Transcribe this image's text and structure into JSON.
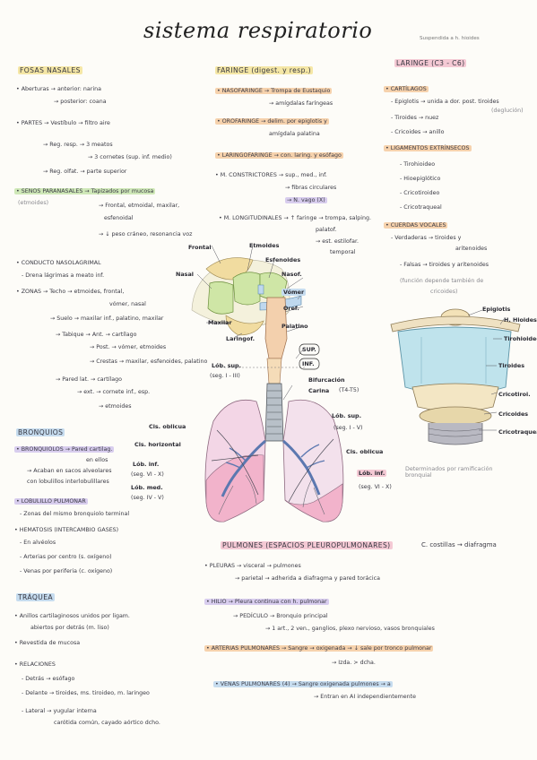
{
  "title": "sistema respiratorio",
  "fosas": {
    "heading": "FOSAS NASALES",
    "lines": [
      "• Aberturas → anterior: narina",
      "→ posterior: coana",
      "• PARTES → Vestíbulo → filtro aire",
      "→ Reg. resp. → 3 meatos",
      "→ 3 cornetes (sup. inf. medio)",
      "→ Reg. olfat. → parte superior",
      "• SENOS PARANASALES → Tapizados por mucosa",
      "(etmoides)",
      "→ Frontal, etmoidal, maxilar,",
      "esfenoidal",
      "→ ↓ peso cráneo, resonancia voz",
      "• CONDUCTO NASOLAGRIMAL",
      "- Drena lágrimas a meato inf.",
      "• ZONAS → Techo → etmoides, frontal,",
      "vómer, nasal",
      "→ Suelo → maxilar inf., palatino, maxilar",
      "→ Tabique → Ant. → cartílago",
      "→ Post. → vómer, etmoides",
      "→ Crestas → maxilar, esfenoides, palatino",
      "→ Pared lat. → cartílago",
      "→ ext. → cornete inf., esp.",
      "→ etmoides"
    ]
  },
  "faringe": {
    "heading": "FARINGE (digest. y resp.)",
    "lines": [
      "• NASOFARINGE → Trompa de Eustaquio",
      "→ amígdalas faríngeas",
      "• OROFARINGE → delim. por epiglotis y",
      "amígdala palatina",
      "• LARINGOFARINGE → con. laring. y esófago",
      "• M. CONSTRICTORES → sup., med., inf.",
      "→ fibras circulares",
      "→ N. vago (X)",
      "• M. LONGITUDINALES → ↑ faringe → trompa, salping.",
      "palatof.",
      "→ est. estilofar.",
      "temporal"
    ]
  },
  "laringe": {
    "heading": "LARINGE (C3 - C6)",
    "note": "Suspendida a h. hioides",
    "lines": [
      "• CARTÍLAGOS",
      "- Epiglotis → unida a dor. post. tiroides",
      "(deglución)",
      "- Tiroides → nuez",
      "- Cricoides → anillo",
      "• LIGAMENTOS EXTRÍNSECOS",
      "- Tirohioideo",
      "- Hioepiglótico",
      "- Cricotiroideo",
      "- Cricotraqueal",
      "• CUERDAS VOCALES",
      "- Verdaderas → tiroides y",
      "aritenoides",
      "- Falsas → tiroides y aritenoides",
      "(función depende también de",
      "cricoides)"
    ],
    "labels": [
      "Epiglotis",
      "H. Hioides",
      "Tirohioideo",
      "Tiroides",
      "Cricotiroi.",
      "Cricoides",
      "Cricotraqueal"
    ]
  },
  "head_labels": [
    "Frontal",
    "Etmoides",
    "Esfenoides",
    "Nasal",
    "Nasof.",
    "Vómer",
    "Oref.",
    "Maxilar",
    "Palatino",
    "Laringof."
  ],
  "lung_labels": {
    "sup": "SUP.",
    "inf": "INF.",
    "bifurcacion": "Bifurcación",
    "carina": "Carina",
    "carina_vert": "(T4-T5)",
    "lob_sup_left": "Lób. sup.",
    "lob_sup_left_seg": "(seg. I - III)",
    "lob_sup_right": "Lób. sup.",
    "lob_sup_right_seg": "(seg. I - V)",
    "cis_obl_left": "Cis. oblicua",
    "cis_hor": "Cis. horizontal",
    "lob_inf_left": "Lób. inf.",
    "lob_inf_left_seg": "(seg. VI - X)",
    "lob_med": "Lób. med.",
    "lob_med_seg": "(seg. IV - V)",
    "cis_obl_right": "Cis. oblicua",
    "lob_inf_right": "Lób. inf.",
    "lob_inf_right_seg": "(seg. VI - X)",
    "note": "Determinados por ramificación bronquial"
  },
  "bronquios": {
    "heading": "BRONQUIOS",
    "lines": [
      "• BRONQUIOLOS → Pared cartilag.",
      "en ellos",
      "→ Acaban en sacos alveolares",
      "con lobulillos interlobulillares",
      "• LOBULILLO PULMONAR",
      "- Zonas del mismo bronquiolo terminal",
      "• HEMATOSIS (INTERCAMBIO GASES)",
      "- En alvéolos",
      "- Arterias por centro (s. oxígeno)",
      "- Venas por periferia (c. oxígeno)"
    ]
  },
  "traquea": {
    "heading": "TRÁQUEA",
    "lines": [
      "• Anillos cartilaginosos unidos por ligam.",
      "abiertos por detrás (m. liso)",
      "• Revestida de mucosa",
      "• RELACIONES",
      "- Detrás → esófago",
      "- Delante → tiroides, ms. tiroideo, m. laringeo",
      "- Lateral → yugular interna",
      "carótida común, cayado aórtico dcho."
    ]
  },
  "pulmones": {
    "heading": "PULMONES (ESPACIOS PLEUROPULMONARES)",
    "heading_tail": "C. costillas → diafragma",
    "lines": [
      "• PLEURAS → visceral → pulmones",
      "→ parietal → adherida a diafragma y pared torácica",
      "• HILIO → Pleura continua con h. pulmonar",
      "→ PEDÍCULO → Bronquio principal",
      "→ 1 art., 2 ven., ganglios, plexo nervioso, vasos bronquiales",
      "• ARTERIAS PULMONARES → Sangre → oxigenada → ↓ sale por tronco pulmonar",
      "→ Izda. > dcha.",
      "• VENAS PULMONARES (4) → Sangre oxigenada pulmones → a",
      "→ Entran en AI independientemente"
    ]
  }
}
